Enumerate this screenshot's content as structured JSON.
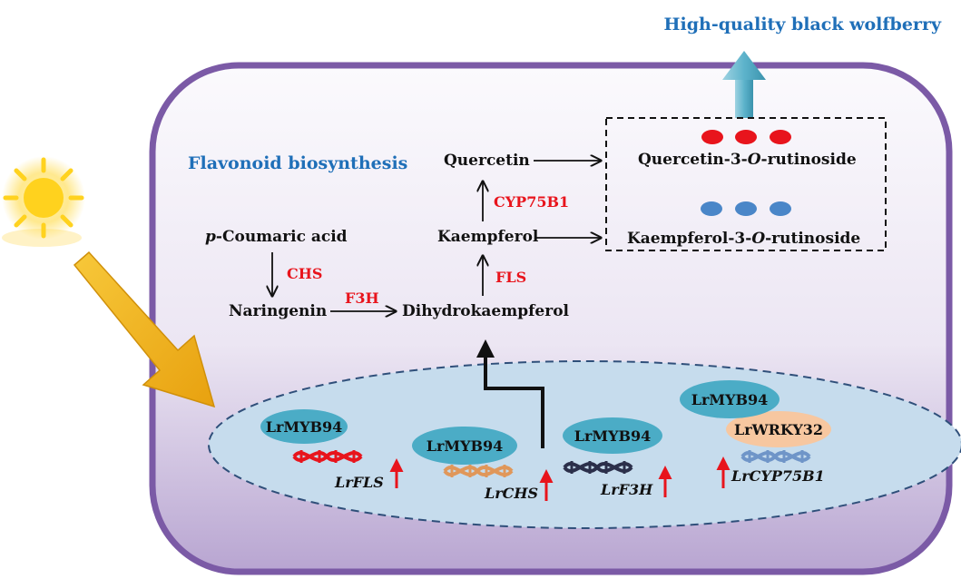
{
  "title": "High-quality black wolfberry",
  "section_label": "Flavonoid biosynthesis",
  "compounds": {
    "coumaric_prefix": "p",
    "coumaric_rest": "-Coumaric acid",
    "naringenin": "Naringenin",
    "dihydrokaempferol": "Dihydrokaempferol",
    "kaempferol": "Kaempferol",
    "quercetin": "Quercetin",
    "quercetin_rut_a": "Quercetin-3-",
    "quercetin_rut_o": "O",
    "quercetin_rut_b": "-rutinoside",
    "kaempferol_rut_a": "Kaempferol-3-",
    "kaempferol_rut_o": "O",
    "kaempferol_rut_b": "-rutinoside"
  },
  "enzymes": {
    "chs": "CHS",
    "f3h": "F3H",
    "fls": "FLS",
    "cyp": "CYP75B1"
  },
  "nucleus": {
    "tf1": "LrMYB94",
    "tf2": "LrMYB94",
    "tf3": "LrMYB94",
    "tf4": "LrMYB94",
    "tf5": "LrWRKY32",
    "gene1": "LrFLS",
    "gene2": "LrCHS",
    "gene3": "LrF3H",
    "gene4": "LrCYP75B1"
  },
  "colors": {
    "cell_border": "#7b5aa6",
    "nucleus_fill": "#c6dced",
    "tf_fill": "#4bacc6",
    "wrky_fill": "#f7c7a0",
    "enzyme_red": "#e8141c",
    "title_blue": "#1f6fb8",
    "sun": "#ffd21e",
    "big_arrow": "#f0b41e",
    "up_arrow": "#5db3cb"
  },
  "icons": [
    "sun-icon",
    "dna-icon",
    "up-arrow-icon",
    "highlight-arrow-icon"
  ]
}
